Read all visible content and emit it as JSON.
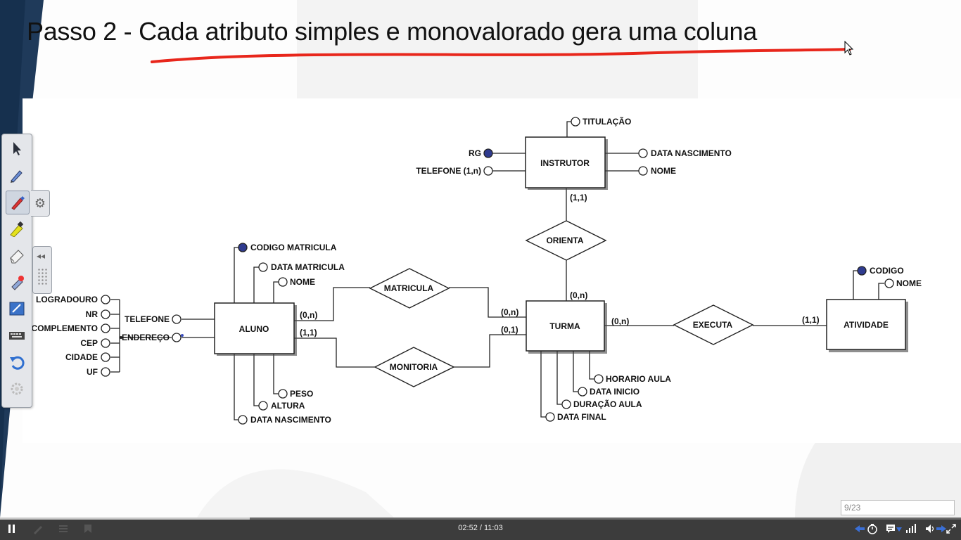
{
  "slide": {
    "title": "Passo 2 -  Cada atributo simples e monovalorado gera uma coluna",
    "annotation_color": "#e8261b"
  },
  "diagram": {
    "entities": [
      "INSTRUTOR",
      "ALUNO",
      "TURMA",
      "ATIVIDADE"
    ],
    "relationships": [
      "ORIENTA",
      "MATRICULA",
      "MONITORIA",
      "EXECUTA"
    ],
    "attributes": {
      "instrutor": [
        "TITULAÇÃO",
        "RG",
        "TELEFONE (1,n)",
        "DATA NASCIMENTO",
        "NOME"
      ],
      "aluno": [
        "CODIGO MATRICULA",
        "DATA MATRICULA",
        "NOME",
        "TELEFONE",
        "ENDEREÇO",
        "PESO",
        "ALTURA",
        "DATA  NASCIMENTO"
      ],
      "endereco": [
        "LOGRADOURO",
        "NR",
        "COMPLEMENTO",
        "CEP",
        "CIDADE",
        "UF"
      ],
      "turma": [
        "HORARIO AULA",
        "DATA INICIO",
        "DURAÇÃO AULA",
        "DATA FINAL"
      ],
      "atividade": [
        "CODIGO",
        "NOME"
      ]
    },
    "cardinalities": {
      "instrutor_orienta": "(1,1)",
      "turma_orienta": "(0,n)",
      "aluno_matricula": "(0,n)",
      "turma_matricula": "(0,n)",
      "aluno_monitoria": "(1,1)",
      "turma_monitoria": "(0,1)",
      "turma_executa": "(0,n)",
      "atividade_executa": "(1,1)"
    },
    "key_attribute_color": "#2f3b8f"
  },
  "toolbar": {
    "tools": [
      "arrow-pointer-icon",
      "pen-icon",
      "pen-color-icon",
      "highlighter-icon",
      "eraser-icon",
      "laser-pointer-icon",
      "whiteboard-icon",
      "keyboard-icon",
      "undo-icon",
      "settings-icon"
    ]
  },
  "player": {
    "time": "02:52 / 11:03",
    "progress": 0.26,
    "page": "9/23"
  }
}
